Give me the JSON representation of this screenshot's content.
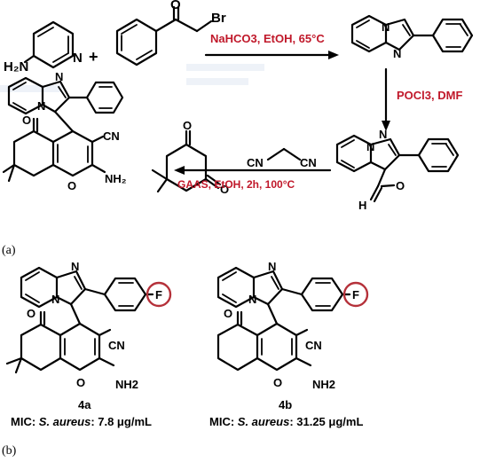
{
  "reagents": {
    "step1": "NaHCO3, EtOH, 65°C",
    "step2": "POCl3, DMF",
    "step3": "GAAS, EtOH, 2h, 100°C"
  },
  "atoms": {
    "N": "N",
    "O": "O",
    "F": "F",
    "Br": "Br",
    "H2N": "H₂N",
    "H": "H",
    "CN": "CN",
    "NH2": "NH₂",
    "NH2_plain": "NH2",
    "plus": "+"
  },
  "compounds": {
    "a": {
      "label": "4a",
      "mic_prefix": "MIC: ",
      "organism": "S. aureus",
      "mic_value": ": 7.8 μg/mL"
    },
    "b": {
      "label": "4b",
      "mic_prefix": "MIC: ",
      "organism": "S. aureus",
      "mic_value": ": 31.25 μg/mL"
    }
  },
  "panels": {
    "a": "(a)",
    "b": "(b)"
  },
  "colors": {
    "reagent_text": "#c0182a",
    "highlight_circle": "#b5313a",
    "bond": "#000000"
  }
}
